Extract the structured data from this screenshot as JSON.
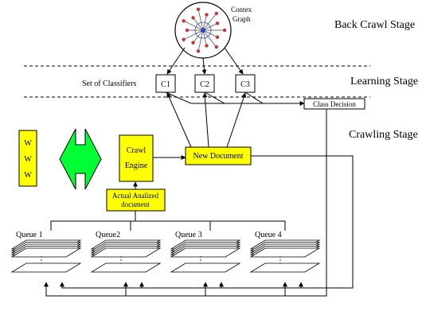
{
  "stages": {
    "back_crawl": "Back Crawl Stage",
    "learning": "Learning Stage",
    "crawling": "Crawling Stage"
  },
  "context_graph": {
    "line1": "Contex",
    "line2": "Graph"
  },
  "classifiers": {
    "label": "Set of Classifiers",
    "items": [
      "C1",
      "C2",
      "C3"
    ]
  },
  "class_decision": "Class Decision",
  "www": [
    "W",
    "W",
    "W"
  ],
  "crawl_engine": {
    "line1": "Crawl",
    "line2": "Engine"
  },
  "new_document": "New Document",
  "actual_doc": {
    "line1": "Actual Analized",
    "line2": "document"
  },
  "queues": [
    "Queue 1",
    "Queue2",
    "Queue 3",
    "Queue 4"
  ],
  "colors": {
    "box_fill": "#ffff00",
    "arrow_fill": "#00ff33",
    "node_fill": "#cc3333",
    "node_center": "#3344bb"
  }
}
